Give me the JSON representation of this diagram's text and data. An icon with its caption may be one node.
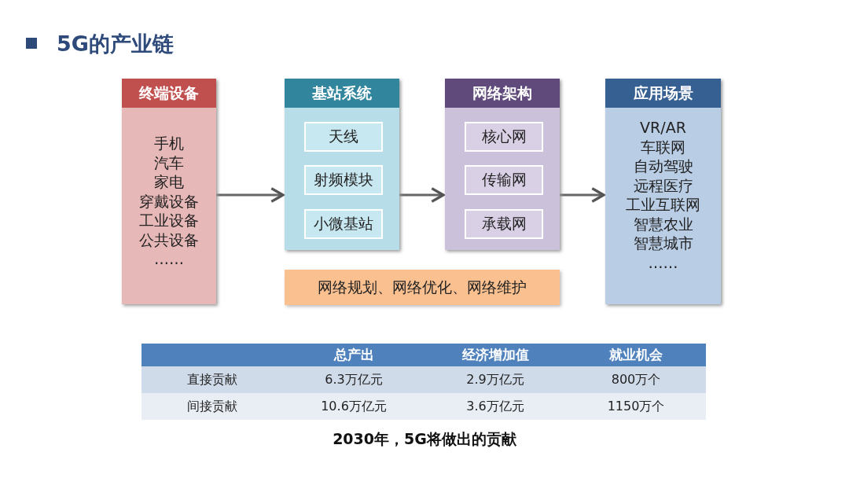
{
  "diagram": {
    "title": "5G的产业链",
    "caption": "2030年，5G将做出的贡献",
    "nodes": [
      {
        "text": [
          "终端设备",
          "手机",
          "汽车",
          "家电",
          "穿戴设备",
          "工业设备",
          "公共设备",
          "……"
        ]
      },
      {
        "text": [
          "基站系统"
        ]
      },
      {
        "text": [
          "天线"
        ],
        "in": 1
      },
      {
        "text": [
          "射频模块"
        ],
        "in": 1
      },
      {
        "text": [
          "小微基站"
        ],
        "in": 1
      },
      {
        "text": [
          "网络架构"
        ]
      },
      {
        "text": [
          "核心网"
        ],
        "in": 5
      },
      {
        "text": [
          "传输网"
        ],
        "in": 5
      },
      {
        "text": [
          "承载网"
        ],
        "in": 5
      },
      {
        "text": [
          "应用场景",
          "VR/AR",
          "车联网",
          "自动驾驶",
          "远程医疗",
          "工业互联网",
          "智慧农业",
          "智慧城市",
          "……"
        ]
      },
      {
        "text": [
          "网络规划、网络优化、网络维护"
        ]
      }
    ],
    "edges": [
      {
        "from": 0,
        "to": 1,
        "arrow": "to"
      },
      {
        "from": 1,
        "to": 5,
        "arrow": "to"
      },
      {
        "from": 5,
        "to": 9,
        "arrow": "to"
      }
    ],
    "labels": [
      "总产出",
      "经济增加值",
      "就业机会",
      "直接贡献",
      "6.3万亿元",
      "2.9万亿元",
      "800万个",
      "间接贡献",
      "10.6万亿元",
      "3.6万亿元",
      "1150万个"
    ]
  }
}
